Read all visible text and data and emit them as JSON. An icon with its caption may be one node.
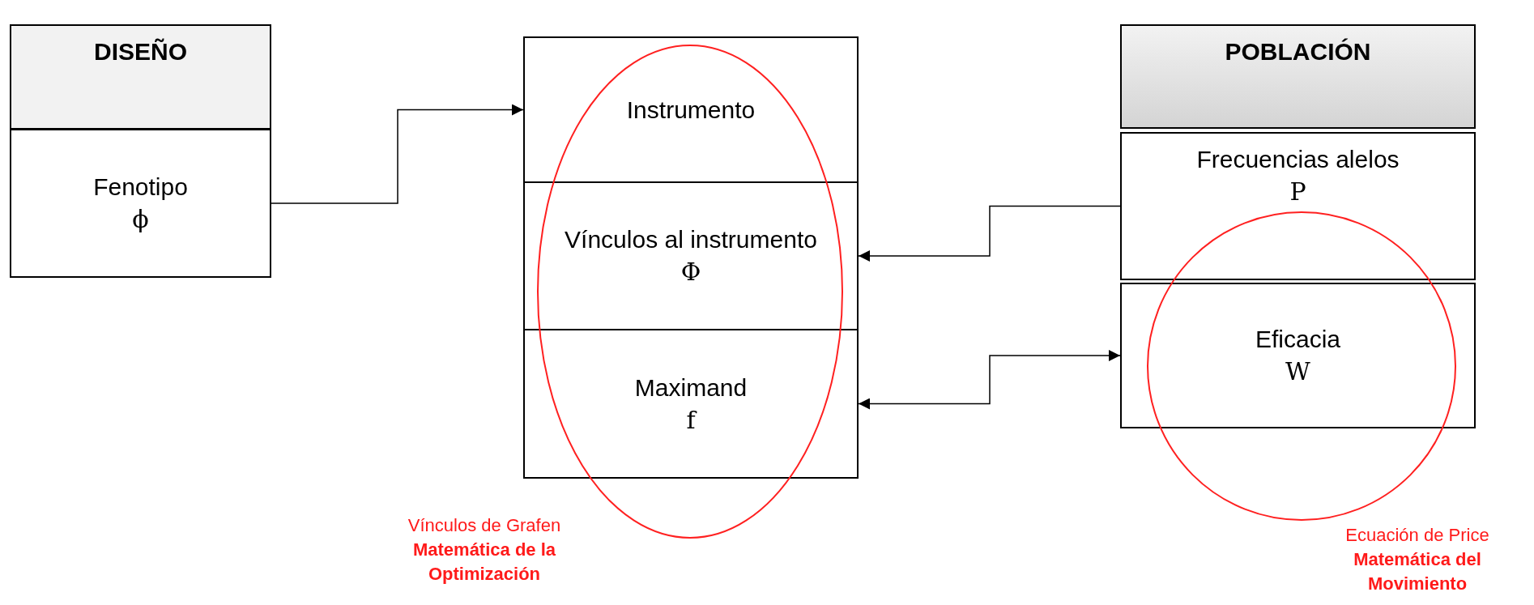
{
  "diagram": {
    "nodes": [
      {
        "text": [
          "DISEÑO"
        ]
      },
      {
        "text": [
          "Fenotipo",
          "ϕ"
        ]
      },
      {
        "text": [
          "Instrumento"
        ]
      },
      {
        "text": [
          "Vínculos al instrumento",
          "Φ"
        ]
      },
      {
        "text": [
          "Maximand",
          "f"
        ]
      },
      {
        "text": [
          "POBLACIÓN"
        ]
      },
      {
        "text": [
          "Frecuencias alelos",
          "P"
        ]
      },
      {
        "text": [
          "Eficacia",
          "W"
        ]
      },
      {
        "text": [],
        "shape": "ellipse",
        "beside": [
          "Vínculos de Grafen",
          "Matemática de la Optimización"
        ]
      },
      {
        "text": [],
        "shape": "circle",
        "beside": [
          "Ecuación de Price",
          "Matemática del Movimiento"
        ]
      }
    ],
    "edges": [
      {
        "from": 1,
        "to": 2,
        "arrow": "to"
      },
      {
        "from": 6,
        "to": 3,
        "arrow": "to"
      },
      {
        "from": 7,
        "to": 4,
        "arrow": "both"
      }
    ]
  }
}
